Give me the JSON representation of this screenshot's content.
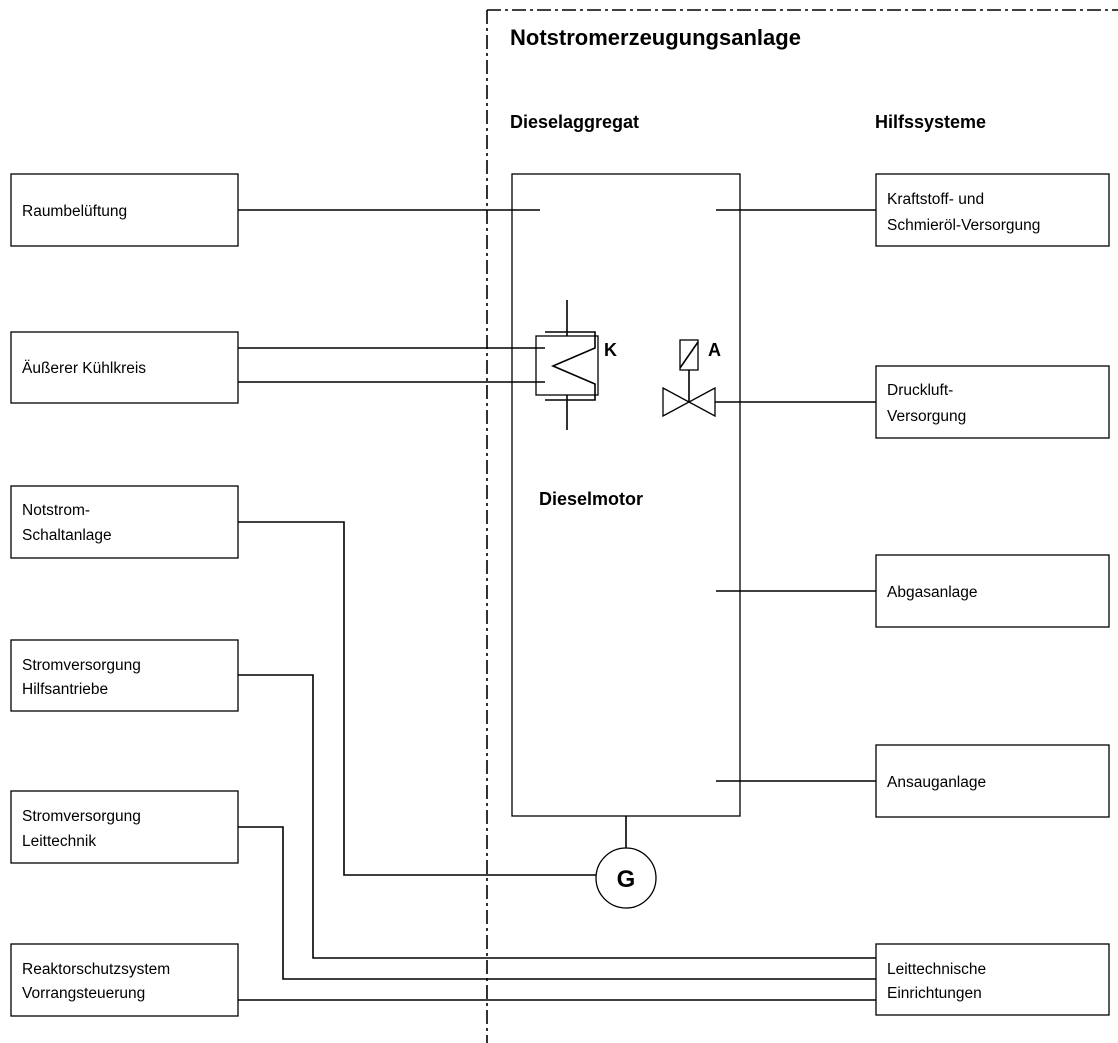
{
  "title": "Notstromerzeugungsanlage",
  "col_heading_left": "Dieselaggregat",
  "col_heading_right": "Hilfssysteme",
  "motor_label": "Dieselmotor",
  "cooler_letter": "K",
  "valve_letter": "A",
  "generator_letter": "G",
  "left_boxes": [
    {
      "lines": [
        "Raumbelüftung"
      ]
    },
    {
      "lines": [
        "Äußerer Kühlkreis"
      ]
    },
    {
      "lines": [
        "Notstrom-",
        "Schaltanlage"
      ]
    },
    {
      "lines": [
        "Stromversorgung",
        "Hilfsantriebe"
      ]
    },
    {
      "lines": [
        "Stromversorgung",
        "Leittechnik"
      ]
    },
    {
      "lines": [
        "Reaktorschutzsystem",
        "Vorrangsteuerung"
      ]
    }
  ],
  "right_boxes": [
    {
      "lines": [
        "Kraftstoff- und",
        "Schmieröl-Versorgung"
      ]
    },
    {
      "lines": [
        "Druckluft-",
        "Versorgung"
      ]
    },
    {
      "lines": [
        "Abgasanlage"
      ]
    },
    {
      "lines": [
        "Ansauganlage"
      ]
    },
    {
      "lines": [
        "Leittechnische",
        "Einrichtungen"
      ]
    }
  ]
}
